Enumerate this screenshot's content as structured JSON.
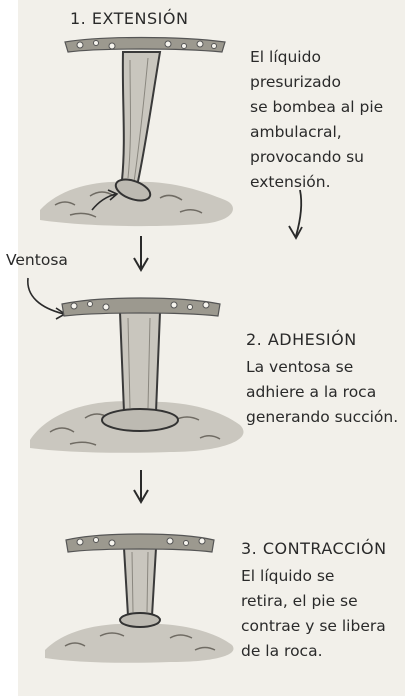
{
  "steps": [
    {
      "title": "1. EXTENSIÓN",
      "text": "El líquido presurizado\nse bombea al pie\nambulacral,\nprovocando su\nextensión."
    },
    {
      "title": "2. ADHESIÓN",
      "text": "La ventosa se\nadhiere a la roca\ngenerando succión."
    },
    {
      "title": "3. CONTRACCIÓN",
      "text": "El líquido se\nretira, el pie se\ncontrae y se libera\nde la roca."
    }
  ],
  "callout": {
    "label": "Ventosa"
  },
  "colors": {
    "paper": "#f2f0ea",
    "ink": "#2a2a2a",
    "foot_fill": "#c9c6be",
    "rock": "#a9a59b"
  }
}
